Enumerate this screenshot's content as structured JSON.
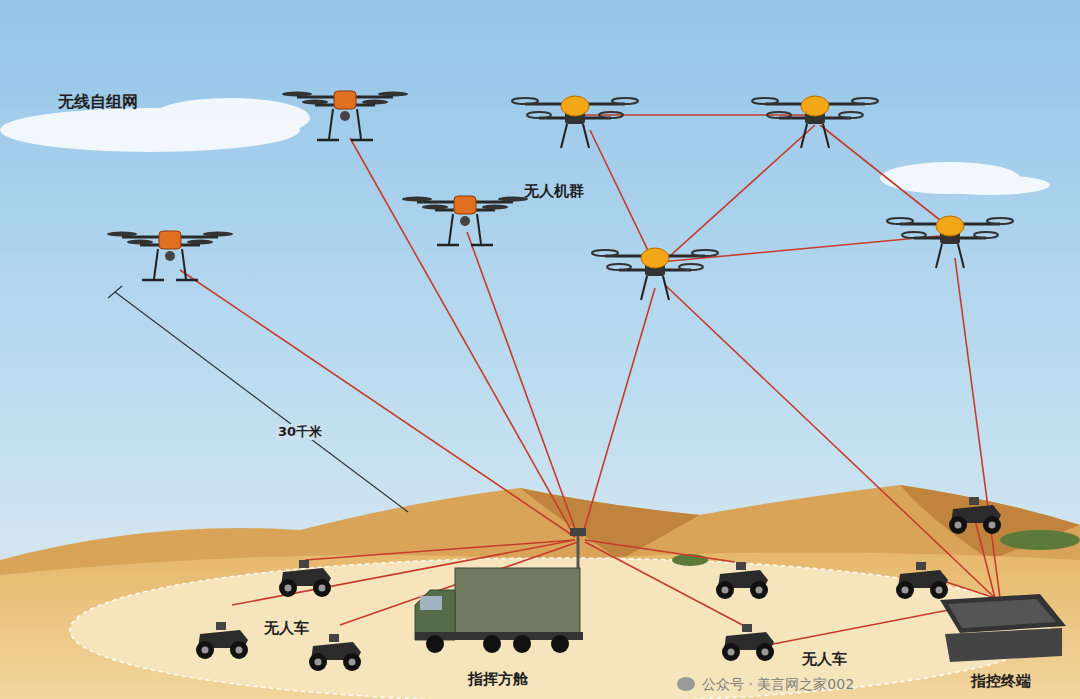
{
  "diagram": {
    "nodes": [
      {
        "text": [
          "指挥方舱"
        ]
      },
      {
        "text": [
          "指控终端"
        ]
      }
    ],
    "labels": [
      "无线自组网",
      "无人机群",
      "30千米",
      "无人车",
      "无人车",
      "公众号 · 美言网之家002"
    ]
  }
}
